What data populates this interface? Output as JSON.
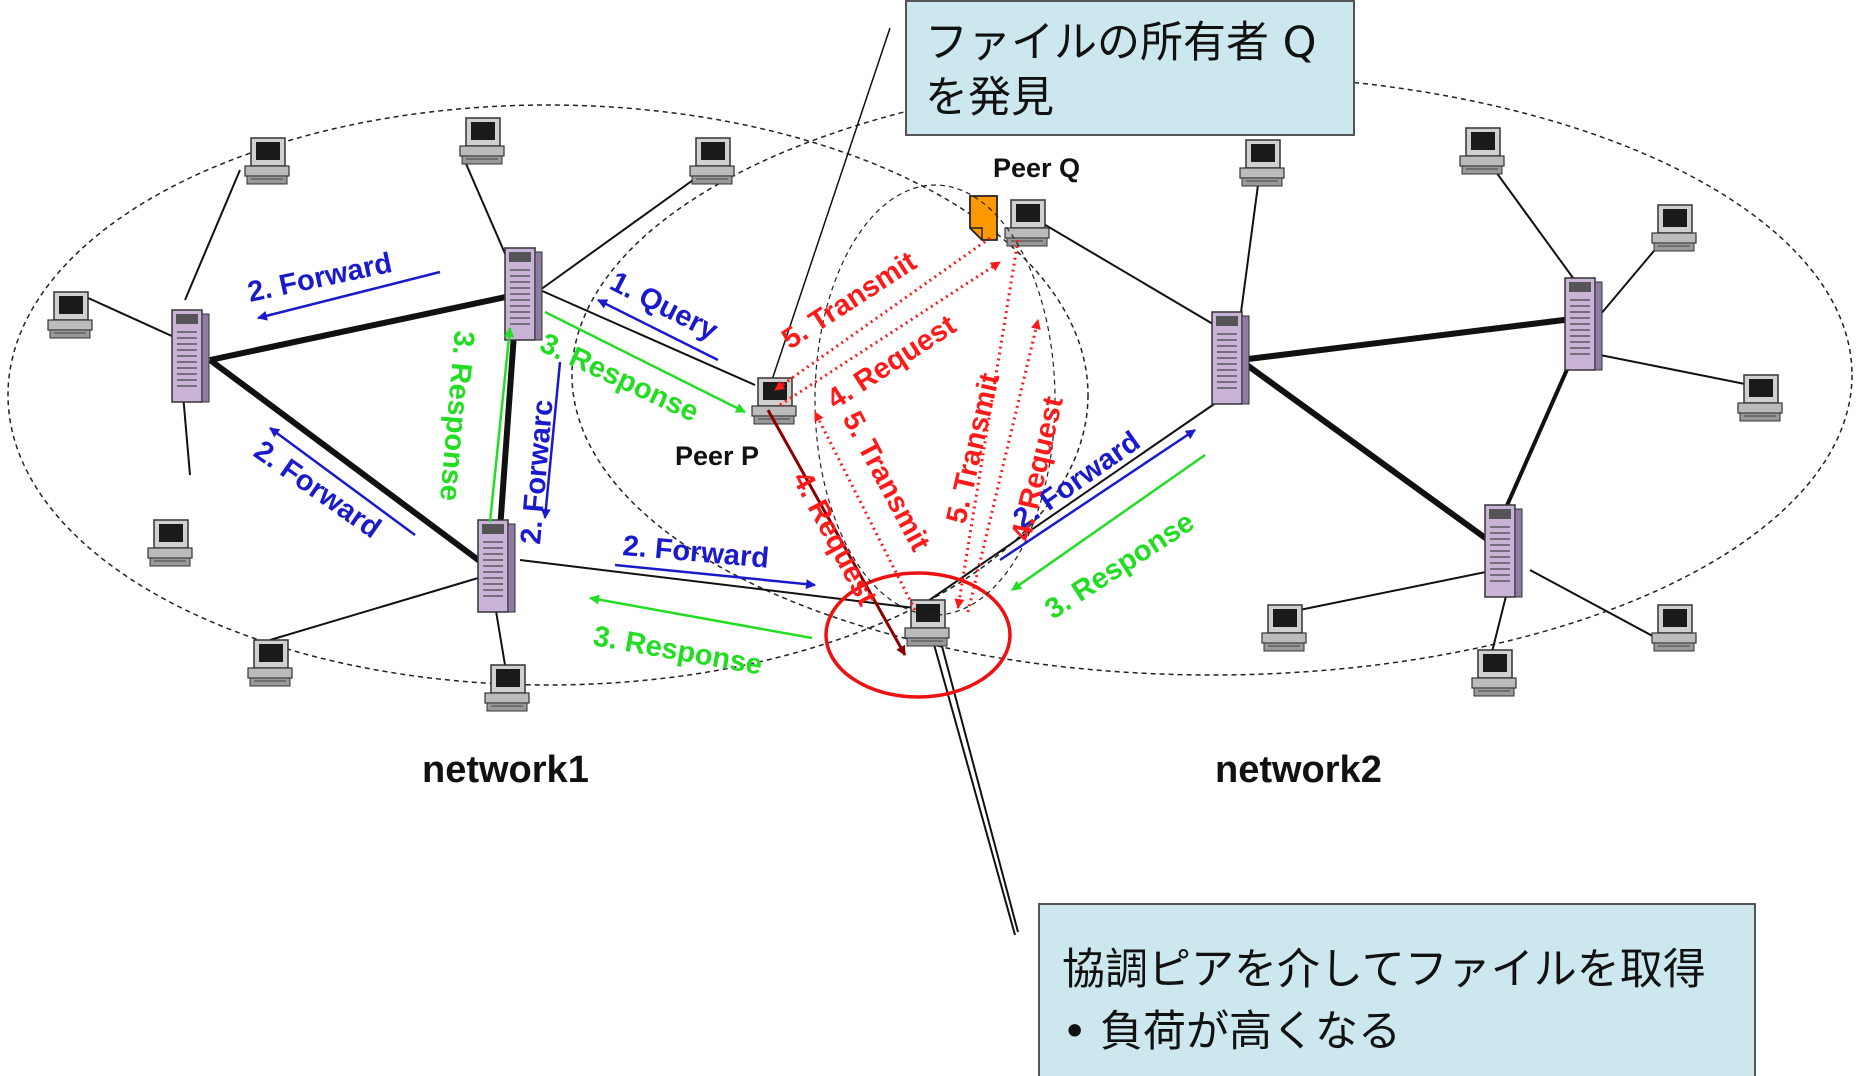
{
  "labels": {
    "peer_q": "Peer Q",
    "peer_p": "Peer P",
    "network1": "network1",
    "network2": "network2",
    "forward": "2. Forward",
    "forward_fragment": "2. Forwarc",
    "query": "1. Query",
    "response": "3. Response",
    "response_fragment": "3. Response",
    "request": "4. Request",
    "transmit": "5. Transmit"
  },
  "callouts": {
    "top": {
      "line1": "ファイルの所有者 Q",
      "line2": "を発見"
    },
    "bottom": {
      "title": "協調ピアを介してファイルを取得",
      "bullet_mark": "•",
      "bullet": "負荷が高くなる"
    }
  },
  "colors": {
    "forward": "#1a1acc",
    "response": "#22dd22",
    "request": "#ff1a1a",
    "transmit": "#ff1a1a",
    "request_dark": "#8b0000",
    "highlight_circle": "#ee1111",
    "callout_bg": "#cce8ee",
    "server": "#c9b4d8",
    "file_icon": "#ff9900"
  },
  "icons": {
    "server": "server-tower-icon",
    "peer": "desktop-computer-icon",
    "file": "file-icon"
  }
}
